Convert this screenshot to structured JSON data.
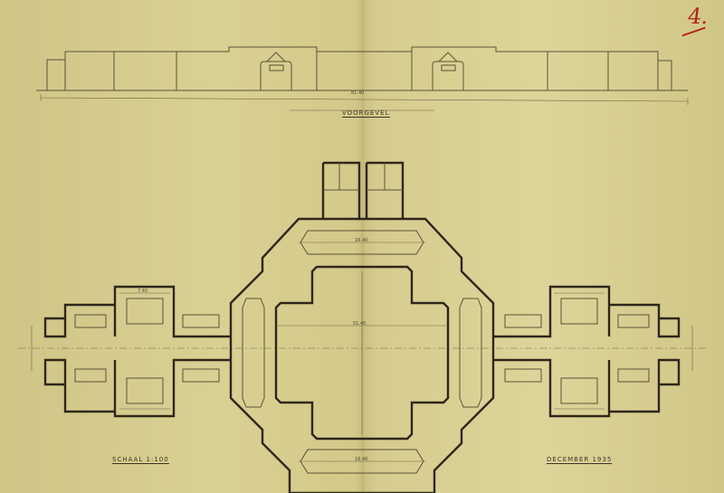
{
  "sheet_number": "4.",
  "elevation": {
    "title": "VOORGEVEL",
    "overall_dimension": "81.40"
  },
  "plan": {
    "scale_label": "SCHAAL 1:100",
    "date_label": "DECEMBER 1935",
    "dimensions": {
      "central_width": "51.40",
      "top_hall": "16.40",
      "bottom_hall": "16.40",
      "wing_room": "7.40"
    }
  },
  "colors": {
    "paper": "#d6cc8e",
    "ink": "#2e271a",
    "sheet_number": "#b3251c"
  }
}
